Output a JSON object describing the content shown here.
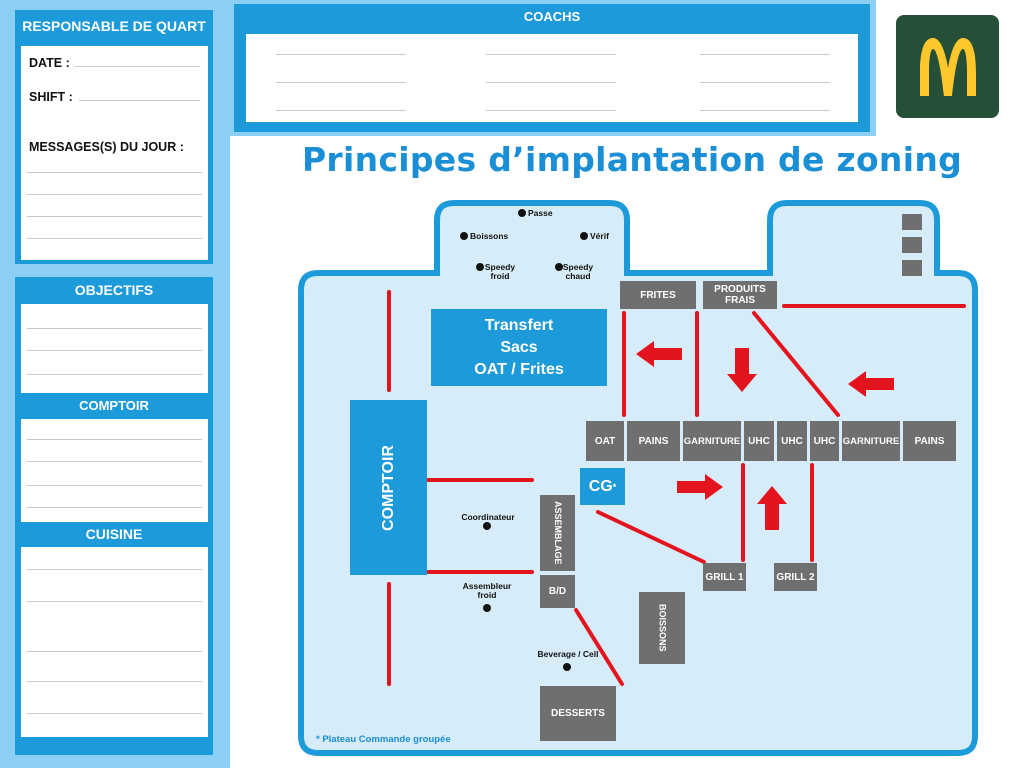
{
  "sidebar": {
    "responsable": {
      "title": "RESPONSABLE DE QUART",
      "date_label": "DATE :",
      "shift_label": "SHIFT :",
      "messages_label": "MESSAGES(S) DU JOUR :"
    },
    "objectifs_title": "OBJECTIFS",
    "comptoir_title": "COMPTOIR",
    "cuisine_title": "CUISINE"
  },
  "coachs": {
    "title": "COACHS"
  },
  "logo": {
    "name": "mcdonalds-arches-logo",
    "bg": "#264f38",
    "fg": "#ffc72c"
  },
  "main_title": "Principes d’implantation de zoning",
  "colors": {
    "blue": "#1d9ad9",
    "light_blue": "#8ccff5",
    "floor": "#d6ecf8",
    "zone_grey": "#6f6f6f",
    "red": "#e3141e",
    "title_blue": "#1a8fd6"
  },
  "floor": {
    "stations": {
      "passe": "Passe",
      "boissons": "Boissons",
      "verif": "Vérif",
      "speedy_froid": "Speedy\nfroid",
      "speedy_chaud": "Speedy\nchaud",
      "coordinateur": "Coordinateur",
      "assembleur_froid": "Assembleur\nfroid",
      "beverage_cell": "Beverage / Cell"
    },
    "zones": {
      "frites": "FRITES",
      "produits_frais": "PRODUITS\nFRAIS",
      "transfert": "Transfert\nSacs\nOAT / Frites",
      "comptoir": "COMPTOIR",
      "oat": "OAT",
      "pains_left": "PAINS",
      "garniture_left": "GARNITURE",
      "uhc_1": "UHC",
      "uhc_2": "UHC",
      "uhc_3": "UHC",
      "garniture_right": "GARNITURE",
      "pains_right": "PAINS",
      "cg": "CG",
      "cg_mark": "*",
      "assemblage": "ASSEMBLAGE",
      "bd": "B/D",
      "grill_1": "GRILL 1",
      "grill_2": "GRILL 2",
      "boissons": "BOISSONS",
      "desserts": "DESSERTS"
    },
    "note": "* Plateau Commande groupée"
  }
}
